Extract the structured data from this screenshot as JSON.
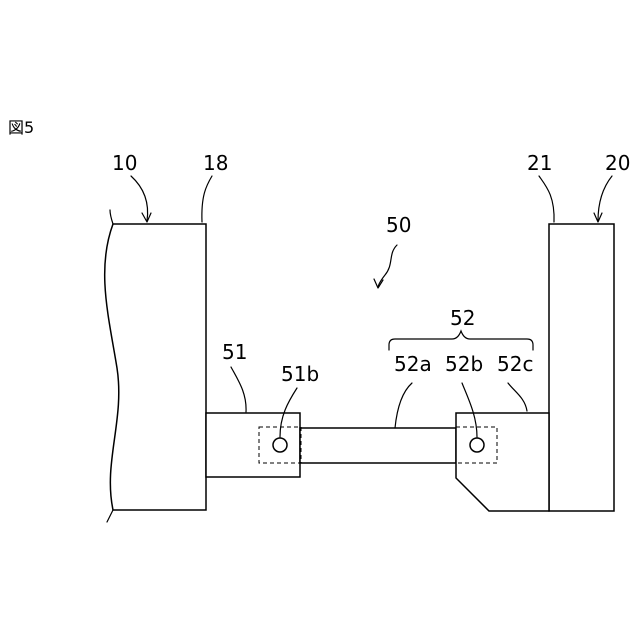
{
  "figure": {
    "caption": "図5"
  },
  "labels": {
    "ref_10": "10",
    "ref_18": "18",
    "ref_21": "21",
    "ref_20": "20",
    "ref_50": "50",
    "ref_52": "52",
    "ref_51": "51",
    "ref_51b": "51b",
    "ref_52a": "52a",
    "ref_52b": "52b",
    "ref_52c": "52c"
  }
}
